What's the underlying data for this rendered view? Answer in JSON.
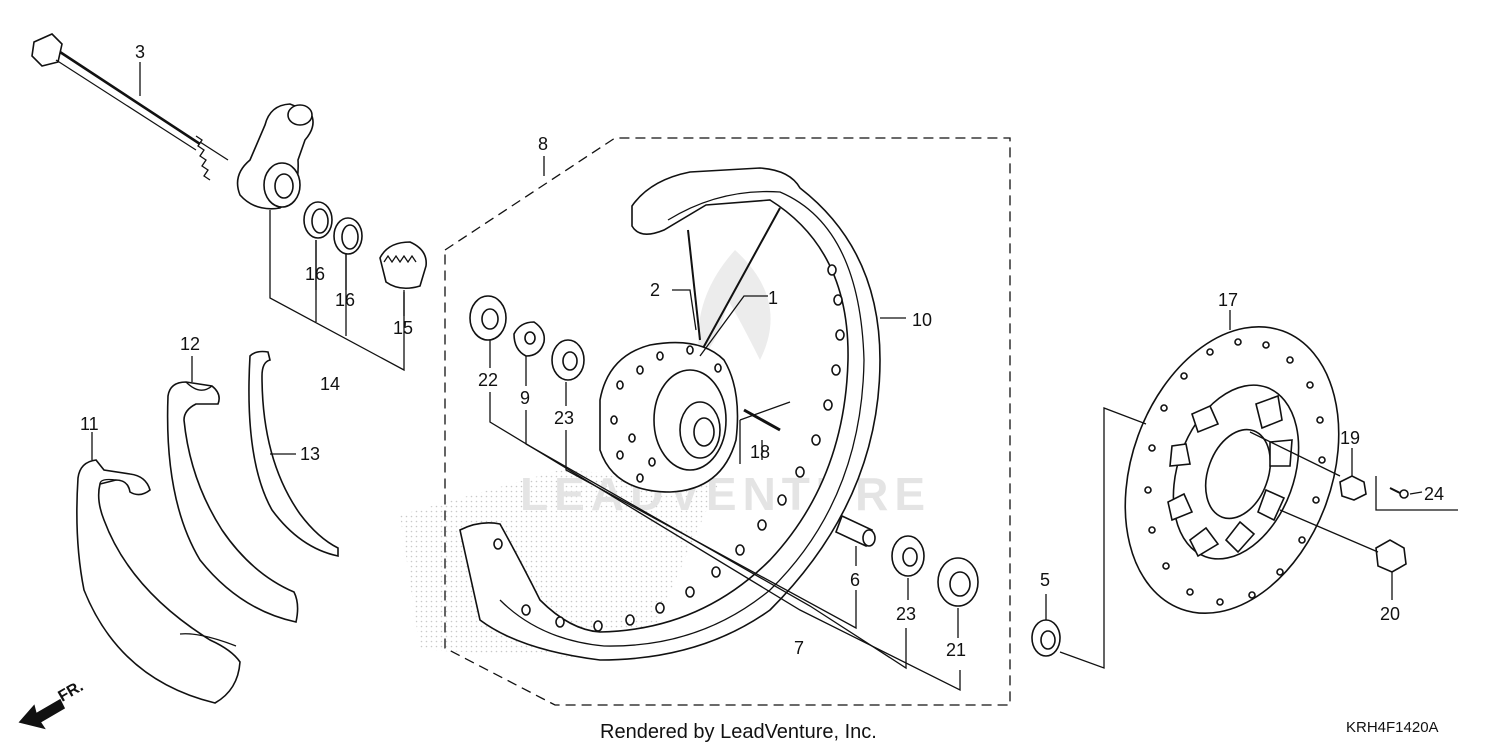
{
  "callouts": {
    "c1": "1",
    "c2": "2",
    "c3": "3",
    "c5": "5",
    "c6": "6",
    "c7": "7",
    "c8": "8",
    "c9": "9",
    "c10": "10",
    "c11": "11",
    "c12": "12",
    "c13": "13",
    "c14": "14",
    "c15": "15",
    "c16a": "16",
    "c16b": "16",
    "c17": "17",
    "c18": "18",
    "c19": "19",
    "c20": "20",
    "c21": "21",
    "c22": "22",
    "c23a": "23",
    "c23b": "23",
    "c24": "24"
  },
  "footer": {
    "credit": "Rendered by LeadVenture, Inc.",
    "diagram_code": "KRH4F1420A"
  },
  "direction": {
    "label": "FR."
  },
  "watermark": {
    "text": "LEADVENTURE"
  }
}
